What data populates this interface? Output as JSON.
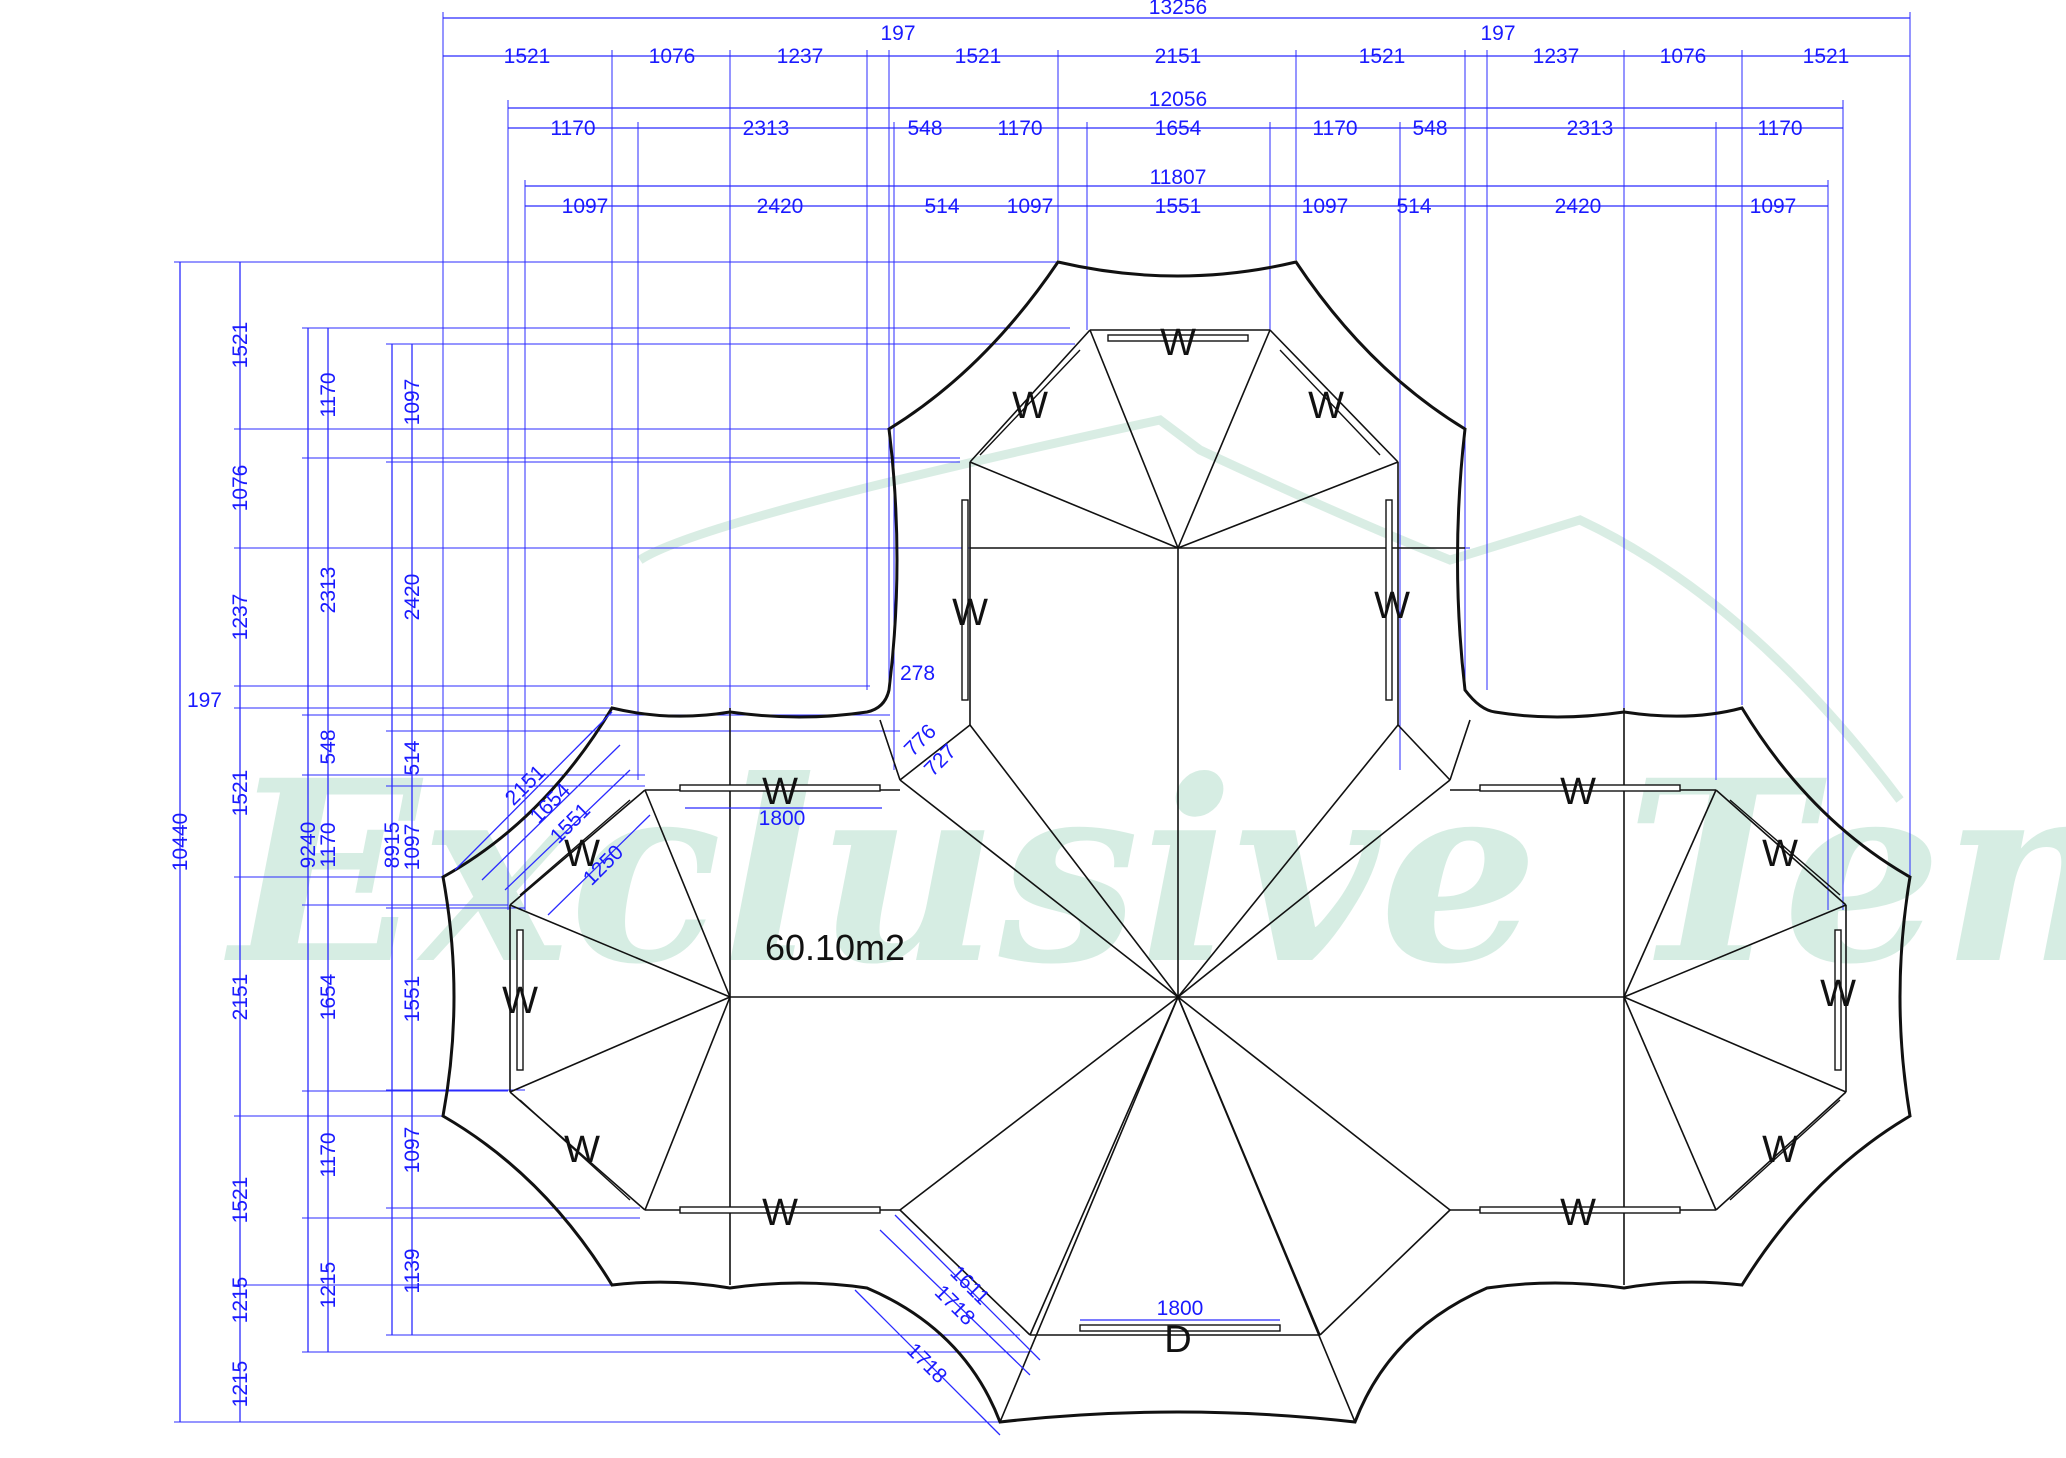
{
  "watermark": {
    "text": "Exclusive Tents"
  },
  "area_label": "60.10m2",
  "top_dims": {
    "overall": "13256",
    "row1": [
      "1521",
      "1076",
      "1237",
      "197",
      "1521",
      "2151",
      "1521",
      "197",
      "1237",
      "1076",
      "1521"
    ],
    "mid_overall": "12056",
    "row2": [
      "1170",
      "2313",
      "548",
      "1170",
      "1654",
      "1170",
      "548",
      "2313",
      "1170"
    ],
    "inner_overall": "11807",
    "row3": [
      "1097",
      "2420",
      "514",
      "1097",
      "1551",
      "1097",
      "514",
      "2420",
      "1097"
    ]
  },
  "left_dims": {
    "overall": "10440",
    "col1": [
      "1521",
      "1076",
      "1237",
      "197",
      "1521",
      "2151",
      "1521",
      "1215",
      "1215"
    ],
    "col2_overall": "9240",
    "col2": [
      "1170",
      "2313",
      "548",
      "1170",
      "1654",
      "1170",
      "1215"
    ],
    "col3_overall": "8915",
    "col3": [
      "1097",
      "2420",
      "514",
      "1097",
      "1551",
      "1097",
      "1139"
    ]
  },
  "detail_dims": {
    "notch_radius": "278",
    "inner_notch": [
      "776",
      "727"
    ],
    "diag_left": [
      "2151",
      "1654",
      "1551",
      "1250"
    ],
    "diag_bottom": [
      "1611",
      "1718",
      "1718"
    ],
    "window_width": "1800",
    "door_width": "1800"
  },
  "openings": {
    "window": "W",
    "door": "D"
  }
}
